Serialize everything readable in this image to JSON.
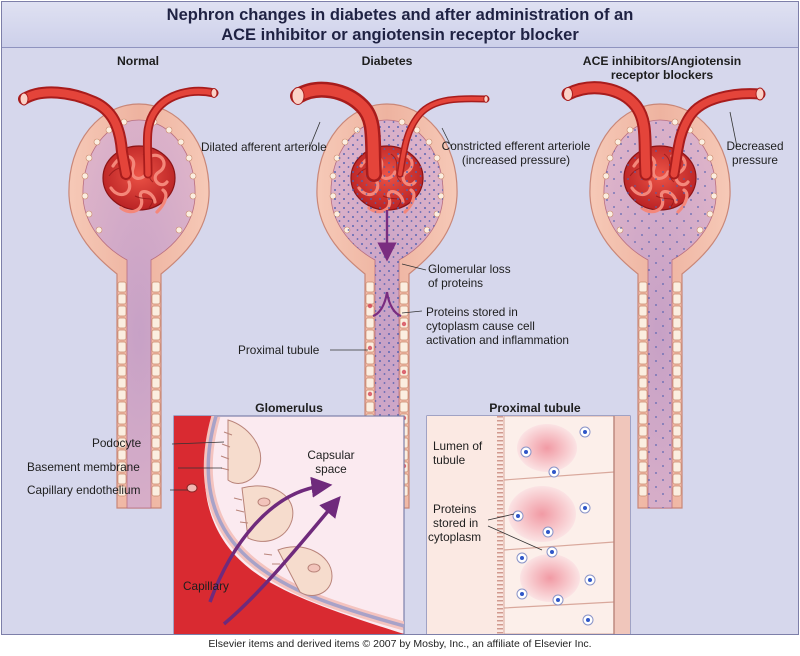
{
  "title": {
    "line1": "Nephron changes in diabetes and after administration of an",
    "line2": "ACE inhibitor or angiotensin receptor blocker"
  },
  "panels": {
    "normal": "Normal",
    "diabetes": "Diabetes",
    "ace_line1": "ACE inhibitors/Angiotensin",
    "ace_line2": "receptor blockers"
  },
  "labels": {
    "dilated_afferent": "Dilated afferent arteriole",
    "constricted_line1": "Constricted efferent arteriole",
    "constricted_line2": "(increased pressure)",
    "decreased_line1": "Decreased",
    "decreased_line2": "pressure",
    "glomerular_loss_line1": "Glomerular loss",
    "glomerular_loss_line2": "of proteins",
    "proteins_stored_line1": "Proteins stored in",
    "proteins_stored_line2": "cytoplasm cause cell",
    "proteins_stored_line3": "activation and inflammation",
    "proximal_tubule": "Proximal tubule"
  },
  "glomerulus_inset": {
    "title": "Glomerulus",
    "podocyte": "Podocyte",
    "basement_membrane": "Basement membrane",
    "capillary_endothelium": "Capillary endothelium",
    "capsular_line1": "Capsular",
    "capsular_line2": "space",
    "capillary": "Capillary"
  },
  "tubule_inset": {
    "title": "Proximal tubule",
    "lumen_line1": "Lumen of",
    "lumen_line2": "tubule",
    "proteins_line1": "Proteins",
    "proteins_line2": "stored in",
    "proteins_line3": "cytoplasm"
  },
  "footer": "Elsevier items and derived items © 2007 by Mosby, Inc., an affiliate of Elsevier Inc.",
  "colors": {
    "background": "#d6d7ec",
    "vessel_red": "#d9322b",
    "capsule_pink": "#efb9a6",
    "protein_dot": "#4f5fb0"
  }
}
